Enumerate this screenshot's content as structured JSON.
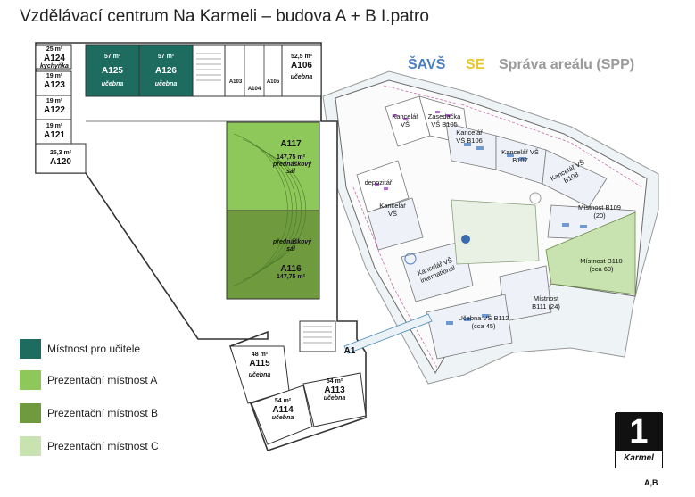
{
  "title": "Vzdělávací centrum Na Karmeli – budova A + B I.patro",
  "orgs": [
    {
      "label": "ŠAVŠ",
      "color": "#4a7fc0"
    },
    {
      "label": "SE",
      "color": "#e8c72a"
    },
    {
      "label": "Správa areálu (SPP)",
      "color": "#9a9a9a"
    }
  ],
  "colors": {
    "teacher": "#1e6b60",
    "presA": "#8fc85a",
    "presB": "#6f9a3e",
    "presC": "#c8e2b0"
  },
  "rooms_a": {
    "a124": {
      "area": "25 m²",
      "code": "A124",
      "use": "kychyňka"
    },
    "a123": {
      "area": "19 m²",
      "code": "A123"
    },
    "a122": {
      "area": "19 m²",
      "code": "A122"
    },
    "a121": {
      "area": "19 m²",
      "code": "A121"
    },
    "a120": {
      "area": "25,3 m²",
      "code": "A120"
    },
    "a125": {
      "area": "57 m²",
      "code": "A125",
      "use": "učebna"
    },
    "a126": {
      "area": "57 m²",
      "code": "A126",
      "use": "učebna"
    },
    "a103": {
      "code": "A103"
    },
    "a104": {
      "code": "A104"
    },
    "a105": {
      "code": "A105"
    },
    "a106": {
      "area": "52,5 m²",
      "code": "A106",
      "use": "učebna"
    },
    "a117": {
      "code": "A117",
      "area": "147,75 m²",
      "use": "přednáškový sál"
    },
    "a116": {
      "code": "A116",
      "area": "147,75 m²",
      "use": "přednáškový sál"
    },
    "a115": {
      "area": "48 m²",
      "code": "A115",
      "use": "učebna"
    },
    "a114": {
      "area": "54 m²",
      "code": "A114",
      "use": "učebna"
    },
    "a113": {
      "area": "54 m²",
      "code": "A113",
      "use": "učebna"
    },
    "a1": {
      "code": "A1"
    }
  },
  "rooms_b": {
    "kancelar_vs1": "Kancelář VŠ",
    "zasedacka": "Zasedačka VŠ B105",
    "b106": "Kancelář VŠ B106",
    "b107": "Kancelář VŠ B107",
    "b108": "Kancelář VŠ B108",
    "depozitar": "depozitář",
    "kancelar_vs2": "Kancelář VŠ",
    "b109": "Místnost B109 (20)",
    "international": "Kancelář VŠ international",
    "b110": "Místnost B110 (cca 60)",
    "b111": "Místnost B111 (24)",
    "b112": "Učebna VŠ B112 (cca 45)"
  },
  "legend": [
    {
      "label": "Místnost pro učitele",
      "color": "#1e6b60"
    },
    {
      "label": "Prezentační místnost A",
      "color": "#8fc85a"
    },
    {
      "label": "Prezentační místnost B",
      "color": "#6f9a3e"
    },
    {
      "label": "Prezentační místnost C",
      "color": "#c8e2b0"
    }
  ],
  "logo": {
    "number": "1",
    "text": "Karmel",
    "tag": "A,B"
  }
}
